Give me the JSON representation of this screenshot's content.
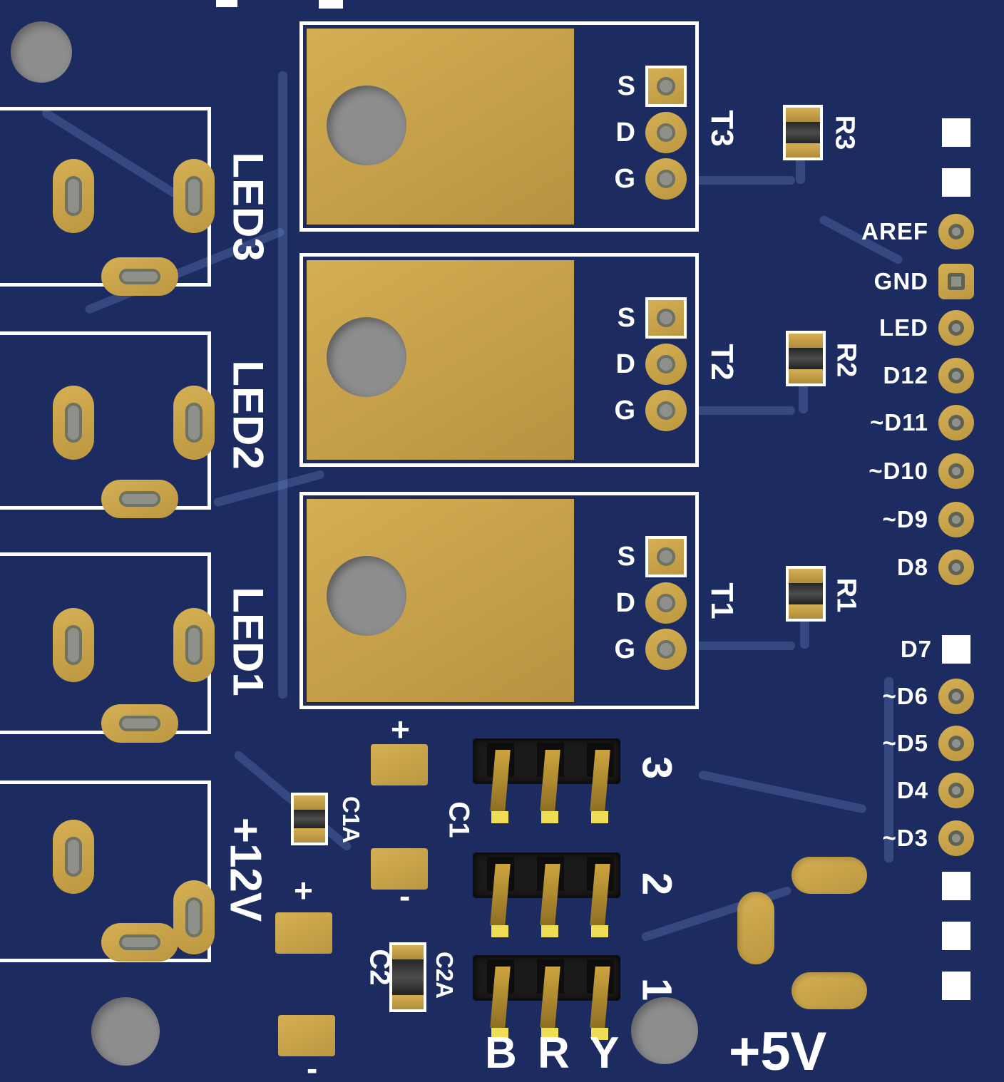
{
  "colors": {
    "board": "#1c2c60",
    "gold": "#c9a84e",
    "silk": "#ffffff",
    "hole": "#8d8d8d",
    "slot": "#8e918a",
    "trace": "#7492d04a",
    "plastic": "#1a1a1a",
    "pintip": "#eedd55"
  },
  "led_connectors": [
    {
      "label": "LED3"
    },
    {
      "label": "LED2"
    },
    {
      "label": "LED1"
    },
    {
      "label": "+12V"
    }
  ],
  "mosfets": [
    {
      "ref": "T3"
    },
    {
      "ref": "T2"
    },
    {
      "ref": "T1"
    }
  ],
  "mosfet_pins": {
    "source": "S",
    "drain": "D",
    "gate": "G"
  },
  "resistors": [
    {
      "ref": "R3"
    },
    {
      "ref": "R2"
    },
    {
      "ref": "R1"
    }
  ],
  "capacitors": {
    "c1": {
      "ref": "C1",
      "plus": "+",
      "minus": "-"
    },
    "c1a": {
      "ref": "C1A"
    },
    "c2": {
      "ref": "C2",
      "plus": "+",
      "minus": "-"
    },
    "c2a": {
      "ref": "C2A"
    }
  },
  "jumper_headers": [
    {
      "num": "3"
    },
    {
      "num": "2"
    },
    {
      "num": "1"
    }
  ],
  "bottom_labels": {
    "bry": "B R Y",
    "plus5v": "+5V"
  },
  "pin_header": {
    "pins": [
      {
        "label": "",
        "pad": "white-square"
      },
      {
        "label": "",
        "pad": "white-square"
      },
      {
        "label": "AREF",
        "pad": "circle"
      },
      {
        "label": "GND",
        "pad": "gold-square"
      },
      {
        "label": "LED",
        "pad": "circle"
      },
      {
        "label": "D12",
        "pad": "circle"
      },
      {
        "label": "~D11",
        "pad": "circle"
      },
      {
        "label": "~D10",
        "pad": "circle"
      },
      {
        "label": "~D9",
        "pad": "circle"
      },
      {
        "label": "D8",
        "pad": "circle"
      },
      {
        "label": "D7",
        "pad": "white-square"
      },
      {
        "label": "~D6",
        "pad": "circle"
      },
      {
        "label": "~D5",
        "pad": "circle"
      },
      {
        "label": "D4",
        "pad": "circle"
      },
      {
        "label": "~D3",
        "pad": "circle"
      },
      {
        "label": "",
        "pad": "white-square"
      },
      {
        "label": "",
        "pad": "white-square"
      },
      {
        "label": "",
        "pad": "white-square"
      }
    ]
  }
}
